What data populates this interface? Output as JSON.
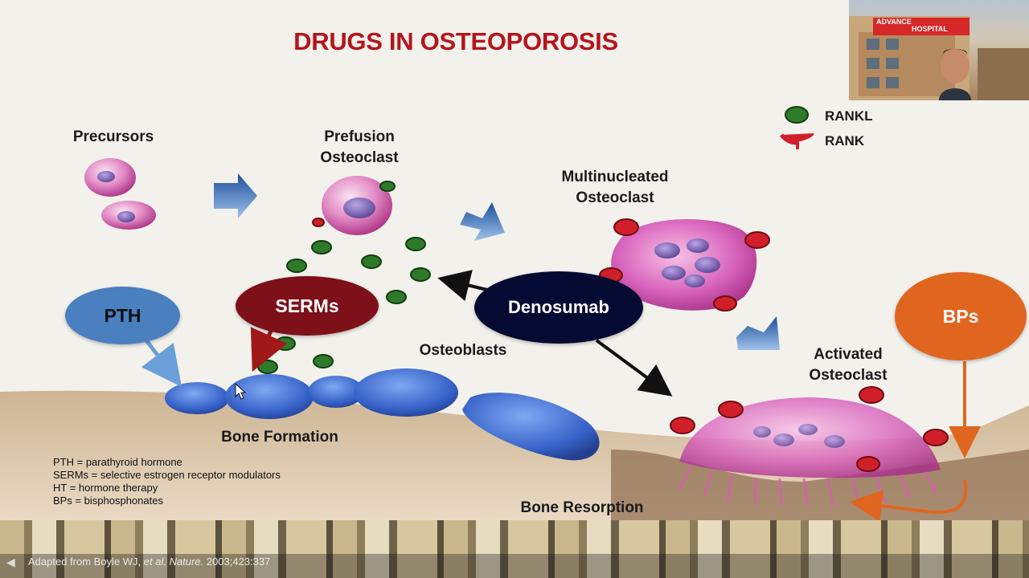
{
  "title": "DRUGS IN OSTEOPOROSIS",
  "labels": {
    "precursors": "Precursors",
    "prefusion_l1": "Prefusion",
    "prefusion_l2": "Osteoclast",
    "multinucleated_l1": "Multinucleated",
    "multinucleated_l2": "Osteoclast",
    "activated_l1": "Activated",
    "activated_l2": "Osteoclast",
    "osteoblasts": "Osteoblasts",
    "bone_formation": "Bone Formation",
    "bone_resorption": "Bone Resorption"
  },
  "drugs": {
    "pth": "PTH",
    "serms": "SERMs",
    "denosumab": "Denosumab",
    "bps": "BPs"
  },
  "legend": {
    "rankl": "RANKL",
    "rank": "RANK"
  },
  "abbreviations": [
    "PTH = parathyroid hormone",
    "SERMs = selective estrogen receptor modulators",
    "HT = hormone therapy",
    "BPs = bisphosphonates"
  ],
  "citation": {
    "prefix": "Adapted from Boyle WJ, ",
    "etal": "et al. Nature.",
    "suffix": " 2003;423:337"
  },
  "webcam": {
    "sign_l1": "ADVANCE",
    "sign_l2": "HOSPITAL"
  },
  "colors": {
    "title": "#b5141b",
    "pth": "#4a7fc0",
    "serms": "#7d1019",
    "denosumab": "#050a33",
    "bps": "#e0661f",
    "cell_pink": "#d85fb0",
    "osteoblast_blue": "#3f6fd0"
  }
}
